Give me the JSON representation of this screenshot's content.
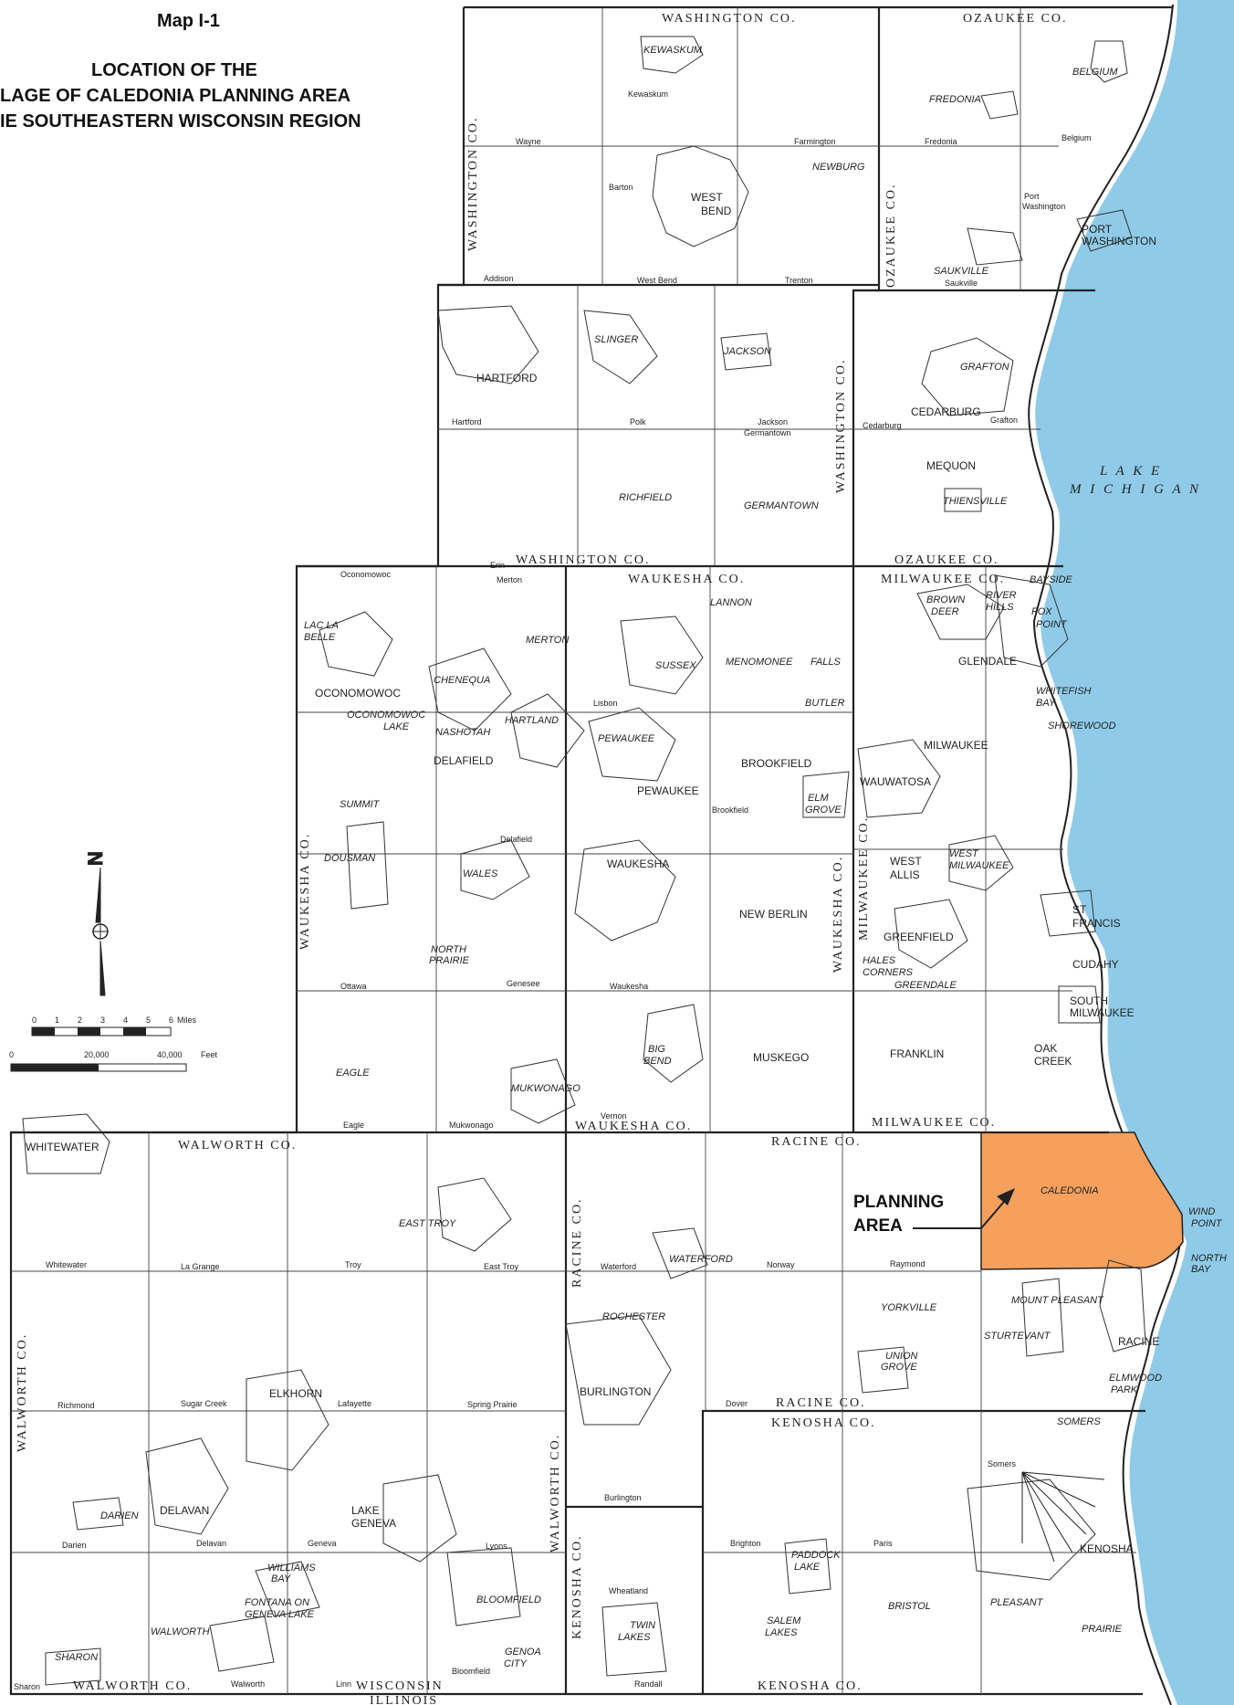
{
  "title": {
    "line1": "Map I-1",
    "line2": "LOCATION OF THE",
    "line3": "LAGE OF CALEDONIA PLANNING AREA",
    "line4": "IE SOUTHEASTERN WISCONSIN REGION"
  },
  "callout": {
    "line1": "PLANNING",
    "line2": "AREA"
  },
  "colors": {
    "planning_area": "#F5A05C",
    "lake": "#8FCBE8",
    "lines": "#222222"
  },
  "lake": {
    "line1": "L A K E",
    "line2": "M I C H I G A N"
  },
  "counties": {
    "washington_top": "WASHINGTON CO.",
    "ozaukee_top": "OZAUKEE CO.",
    "washington_left": "WASHINGTON CO.",
    "ozaukee_left": "OZAUKEE CO.",
    "washington_mid": "WASHINGTON CO.",
    "washington_bottom": "WASHINGTON CO.",
    "ozaukee_bottom": "OZAUKEE CO.",
    "waukesha_top": "WAUKESHA CO.",
    "milwaukee_top": "MILWAUKEE CO.",
    "waukesha_left": "WAUKESHA CO.",
    "waukesha_mid": "WAUKESHA CO.",
    "milwaukee_left": "MILWAUKEE CO.",
    "walworth_top": "WALWORTH CO.",
    "waukesha_bottom": "WAUKESHA CO.",
    "racine_top": "RACINE CO.",
    "milwaukee_bottom": "MILWAUKEE CO.",
    "walworth_left": "WALWORTH CO.",
    "racine_left": "RACINE CO.",
    "walworth_mid": "WALWORTH CO.",
    "kenosha_left": "KENOSHA CO.",
    "racine_bottom": "RACINE CO.",
    "kenosha_top": "KENOSHA CO.",
    "walworth_bottom": "WALWORTH CO.",
    "kenosha_bottom": "KENOSHA CO."
  },
  "states": {
    "wisconsin": "WISCONSIN",
    "illinois": "ILLINOIS"
  },
  "places": {
    "kewaskum": "KEWASKUM",
    "kewaskum_t": "Kewaskum",
    "wayne": "Wayne",
    "farmington": "Farmington",
    "barton": "Barton",
    "west": "WEST",
    "bend": "BEND",
    "newburg": "NEWBURG",
    "addison": "Addison",
    "west_bend_t": "West Bend",
    "trenton": "Trenton",
    "fredonia": "FREDONIA",
    "fredonia_t": "Fredonia",
    "belgium": "BELGIUM",
    "belgium_t": "Belgium",
    "port_t": "Port",
    "washington_t": "Washington",
    "port": "PORT",
    "washington": "WASHINGTON",
    "saukville": "SAUKVILLE",
    "saukville_t": "Saukville",
    "hartford": "HARTFORD",
    "hartford_t": "Hartford",
    "slinger": "SLINGER",
    "jackson": "JACKSON",
    "polk": "Polk",
    "jackson_t": "Jackson",
    "germantown_t": "Germantown",
    "richfield": "RICHFIELD",
    "germantown": "GERMANTOWN",
    "grafton": "GRAFTON",
    "cedarburg": "CEDARBURG",
    "cedarburg_t": "Cedarburg",
    "grafton_t": "Grafton",
    "mequon": "MEQUON",
    "thiensville": "THIENSVILLE",
    "erin": "Erin",
    "oconomowoc_t": "Oconomowoc",
    "merton_t": "Merton",
    "lannon": "LANNON",
    "bayside": "BAYSIDE",
    "brown": "BROWN",
    "deer": "DEER",
    "river": "RIVER",
    "hills": "HILLS",
    "fox": "FOX",
    "point": "POINT",
    "lac_la": "LAC LA",
    "belle": "BELLE",
    "merton": "MERTON",
    "sussex": "SUSSEX",
    "menomonee": "MENOMONEE",
    "falls": "FALLS",
    "glendale": "GLENDALE",
    "chenequa": "CHENEQUA",
    "oconomowoc": "OCONOMOWOC",
    "oconomowoc2": "OCONOMOWOC",
    "lake": "LAKE",
    "lisbon": "Lisbon",
    "butler": "BUTLER",
    "whitefish": "WHITEFISH",
    "bay": "BAY",
    "hartland": "HARTLAND",
    "nashotah": "NASHOTAH",
    "shorewood": "SHOREWOOD",
    "pewaukee": "PEWAUKEE",
    "delafield": "DELAFIELD",
    "brookfield": "BROOKFIELD",
    "milwaukee": "MILWAUKEE",
    "wauwatosa": "WAUWATOSA",
    "pewaukee2": "PEWAUKEE",
    "summit": "SUMMIT",
    "elm": "ELM",
    "grove": "GROVE",
    "brookfield_t": "Brookfield",
    "delafield_t": "Delafield",
    "dousman": "DOUSMAN",
    "wales": "WALES",
    "waukesha": "WAUKESHA",
    "west2": "WEST",
    "milwaukee2": "MILWAUKEE",
    "allis": "ALLIS",
    "new_berlin": "NEW BERLIN",
    "st": "ST",
    "francis": "FRANCIS",
    "greenfield": "GREENFIELD",
    "north": "NORTH",
    "prairie": "PRAIRIE",
    "hales": "HALES",
    "corners": "CORNERS",
    "cudahy": "CUDAHY",
    "greendale": "GREENDALE",
    "ottawa": "Ottawa",
    "genesee": "Genesee",
    "waukesha_t": "Waukesha",
    "south": "SOUTH",
    "milwaukee3": "MILWAUKEE",
    "big": "BIG",
    "bend2": "BEND",
    "muskego": "MUSKEGO",
    "franklin": "FRANKLIN",
    "oak": "OAK",
    "creek": "CREEK",
    "eagle": "EAGLE",
    "mukwonago": "MUKWONAGO",
    "eagle_t": "Eagle",
    "mukwonago_t": "Mukwonago",
    "vernon": "Vernon",
    "whitewater": "WHITEWATER",
    "caledonia": "CALEDONIA",
    "wind": "WIND",
    "point2": "POINT",
    "east_troy": "EAST TROY",
    "waterford": "WATERFORD",
    "whitewater_t": "Whitewater",
    "la_grange": "La Grange",
    "troy": "Troy",
    "east_troy_t": "East Troy",
    "waterford_t": "Waterford",
    "norway": "Norway",
    "raymond": "Raymond",
    "north2": "NORTH",
    "bay2": "BAY",
    "mount_pleasant": "MOUNT PLEASANT",
    "yorkville": "YORKVILLE",
    "rochester": "ROCHESTER",
    "sturtevant": "STURTEVANT",
    "racine": "RACINE",
    "union": "UNION",
    "grove2": "GROVE",
    "elmwood": "ELMWOOD",
    "park": "PARK",
    "elkhorn": "ELKHORN",
    "richmond": "Richmond",
    "sugar_creek": "Sugar Creek",
    "lafayette": "Lafayette",
    "spring_prairie": "Spring Prairie",
    "burlington": "BURLINGTON",
    "dover": "Dover",
    "somers": "SOMERS",
    "somers_t": "Somers",
    "delavan": "DELAVAN",
    "darien": "DARIEN",
    "lake2": "LAKE",
    "geneva": "GENEVA",
    "burlington_t": "Burlington",
    "darien_t": "Darien",
    "delavan_t": "Delavan",
    "geneva_t": "Geneva",
    "lyons": "Lyons",
    "brighton": "Brighton",
    "paddock": "PADDOCK",
    "lake3": "LAKE",
    "paris": "Paris",
    "kenosha": "KENOSHA",
    "williams": "WILLIAMS",
    "bay3": "BAY",
    "wheatland": "Wheatland",
    "fontana_on": "FONTANA ON",
    "geneva_lake": "GENEVA LAKE",
    "bloomfield": "BLOOMFIELD",
    "bristol": "BRISTOL",
    "pleasant": "PLEASANT",
    "walworth": "WALWORTH",
    "twin": "TWIN",
    "lakes": "LAKES",
    "salem": "SALEM",
    "lakes2": "LAKES",
    "prairie2": "PRAIRIE",
    "sharon": "SHARON",
    "genoa": "GENOA",
    "city": "CITY",
    "sharon_t": "Sharon",
    "walworth_t": "Walworth",
    "linn": "Linn",
    "bloomfield_t": "Bloomfield",
    "randall": "Randall"
  },
  "scale": {
    "miles_ticks": [
      "0",
      "1",
      "2",
      "3",
      "4",
      "5",
      "6"
    ],
    "miles_unit": "Miles",
    "feet_ticks": [
      "0",
      "20,000",
      "40,000"
    ],
    "feet_unit": "Feet",
    "north": "N"
  }
}
